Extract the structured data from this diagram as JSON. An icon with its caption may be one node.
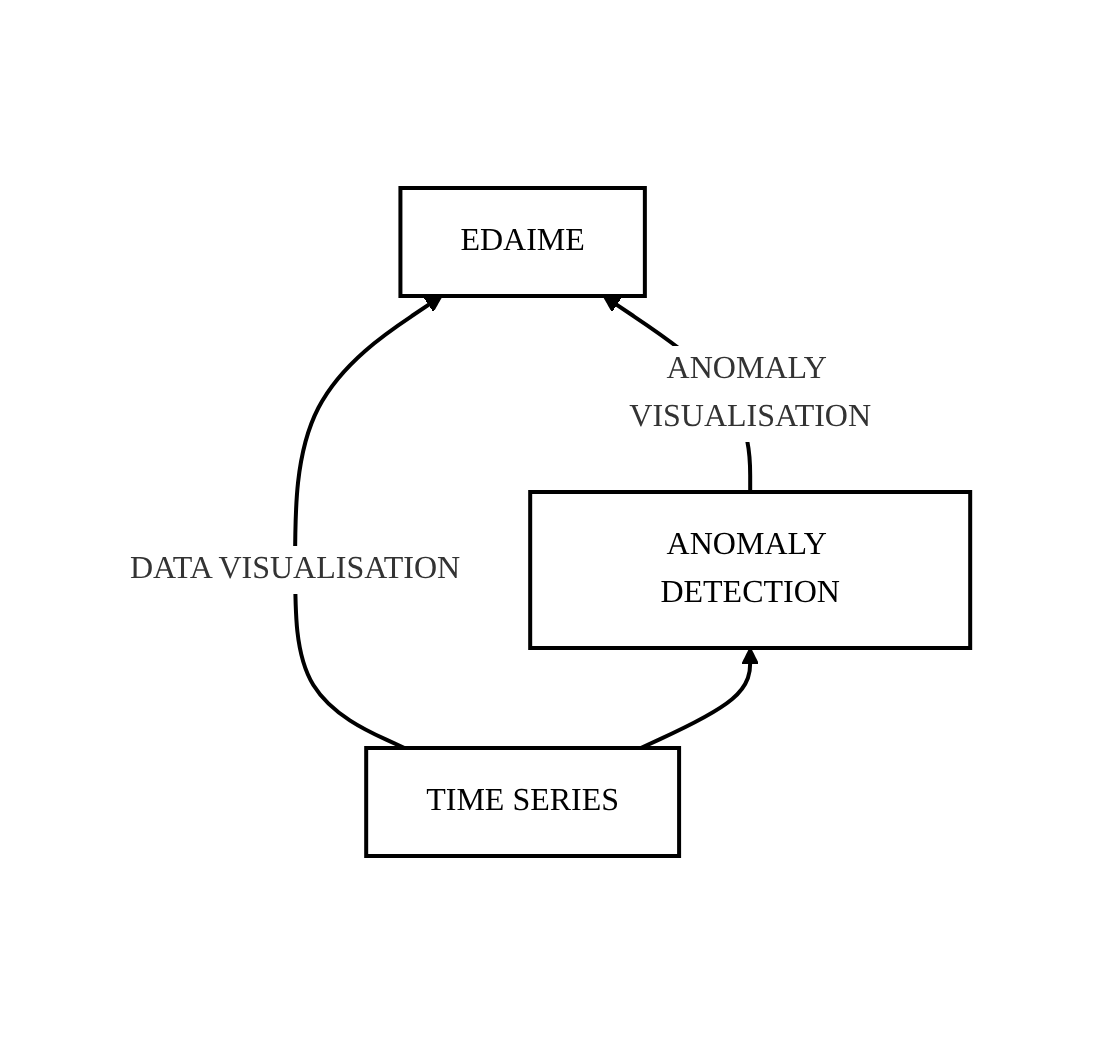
{
  "diagram": {
    "nodes": [
      {
        "text": [
          "EDAIME"
        ]
      },
      {
        "text": [
          "ANOMALY DETECTION"
        ]
      },
      {
        "text": [
          "TIME SERIES"
        ]
      }
    ],
    "edges": [
      {
        "from": 2,
        "to": 0,
        "arrow": "to",
        "label": "DATA VISUALISATION"
      },
      {
        "from": 2,
        "to": 1,
        "arrow": "to"
      },
      {
        "from": 1,
        "to": 0,
        "arrow": "to",
        "label": "ANOMALY VISUALISATION"
      }
    ]
  }
}
